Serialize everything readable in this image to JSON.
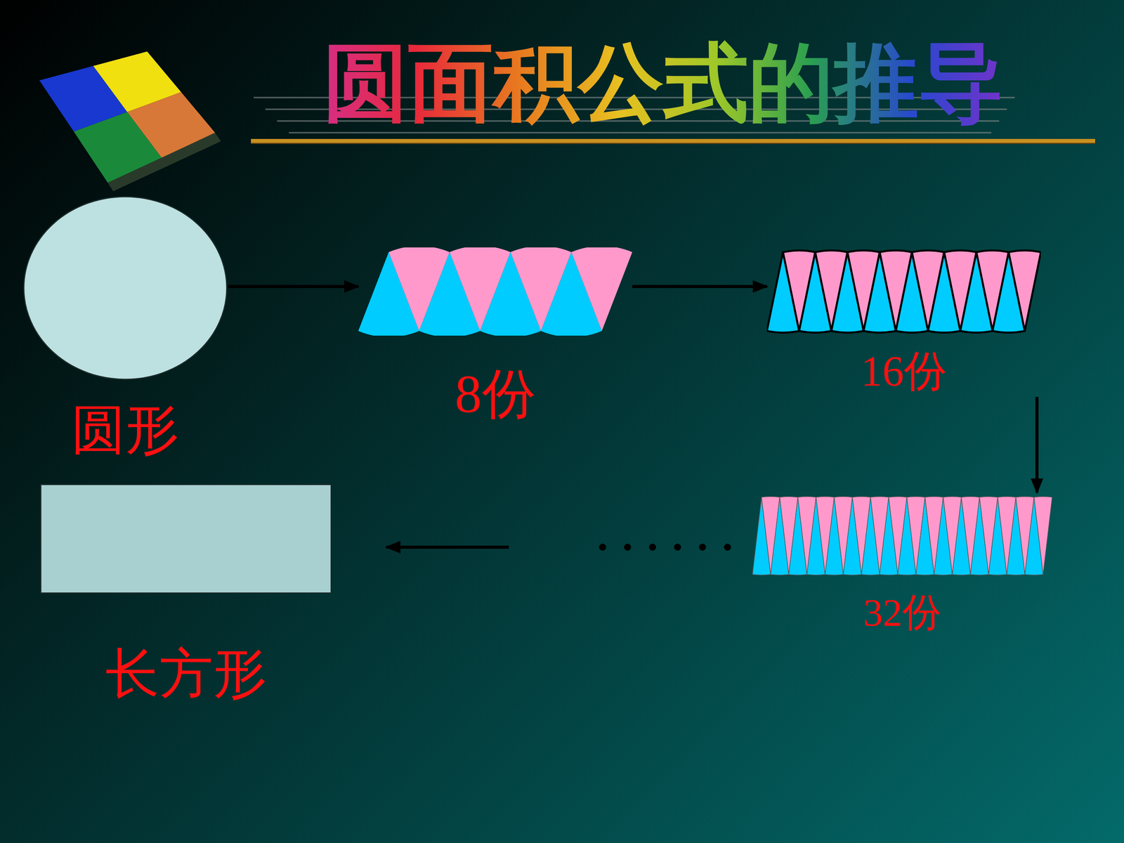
{
  "diagram": {
    "title": "圆面积公式的推导",
    "nodes": [
      {
        "text": [
          "圆形"
        ]
      },
      {
        "text": [
          "8份"
        ]
      },
      {
        "text": [
          "16份"
        ]
      },
      {
        "text": [
          "32份"
        ]
      },
      {
        "text": [
          "长方形"
        ]
      }
    ],
    "edges": [
      {
        "from": 0,
        "to": 1,
        "arrow": "to"
      },
      {
        "from": 1,
        "to": 2,
        "arrow": "to"
      },
      {
        "from": 2,
        "to": 3,
        "arrow": "to"
      },
      {
        "from": 3,
        "to": 4,
        "arrow": "to"
      }
    ]
  }
}
